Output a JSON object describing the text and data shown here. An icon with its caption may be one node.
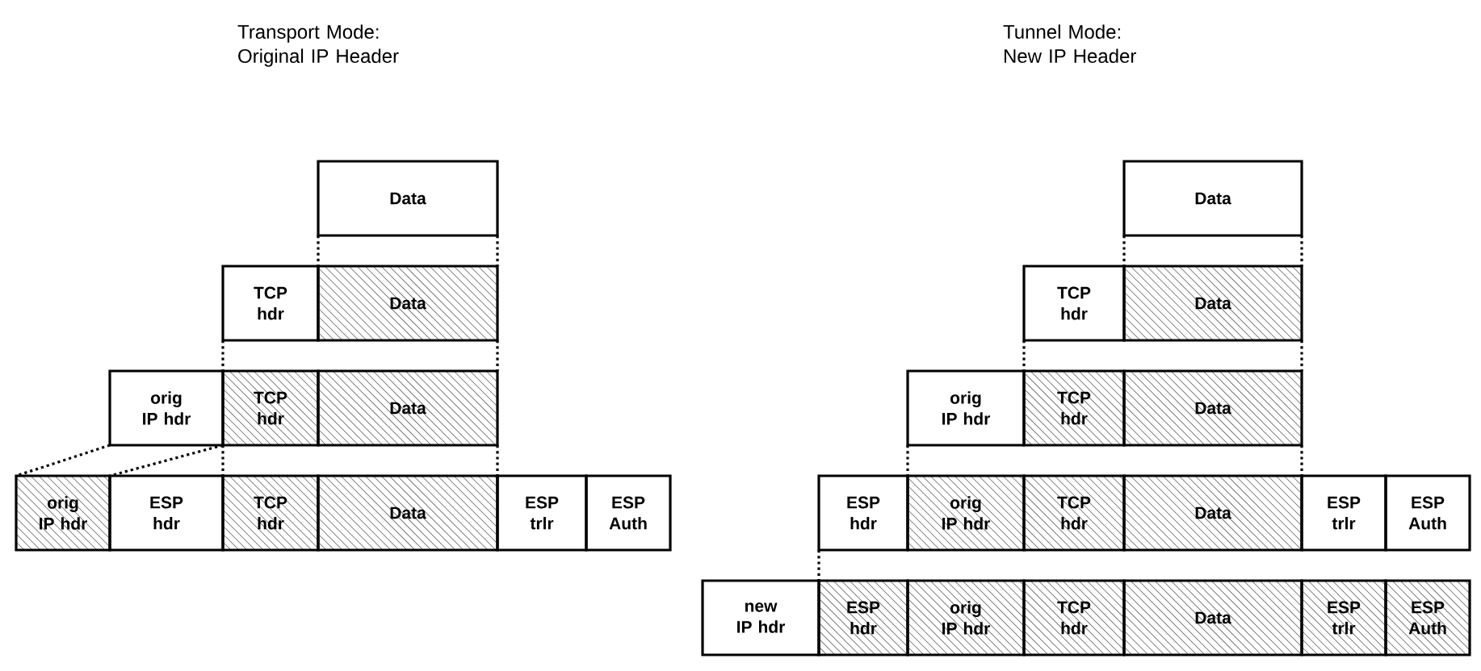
{
  "diagram": {
    "nodes": [
      {
        "text": [
          "Data"
        ]
      },
      {
        "text": [
          "TCP hdr"
        ]
      },
      {
        "text": [
          "Data"
        ]
      },
      {
        "text": [
          "orig IP hdr"
        ]
      },
      {
        "text": [
          "TCP hdr"
        ]
      },
      {
        "text": [
          "Data"
        ]
      },
      {
        "text": [
          "orig IP hdr"
        ]
      },
      {
        "text": [
          "ESP hdr"
        ]
      },
      {
        "text": [
          "TCP hdr"
        ]
      },
      {
        "text": [
          "Data"
        ]
      },
      {
        "text": [
          "ESP trlr"
        ]
      },
      {
        "text": [
          "ESP Auth"
        ]
      },
      {
        "text": [
          "Data"
        ]
      },
      {
        "text": [
          "TCP hdr"
        ]
      },
      {
        "text": [
          "Data"
        ]
      },
      {
        "text": [
          "orig IP hdr"
        ]
      },
      {
        "text": [
          "TCP hdr"
        ]
      },
      {
        "text": [
          "Data"
        ]
      },
      {
        "text": [
          "ESP hdr"
        ]
      },
      {
        "text": [
          "orig IP hdr"
        ]
      },
      {
        "text": [
          "TCP hdr"
        ]
      },
      {
        "text": [
          "Data"
        ]
      },
      {
        "text": [
          "ESP trlr"
        ]
      },
      {
        "text": [
          "ESP Auth"
        ]
      },
      {
        "text": [
          "new IP hdr"
        ]
      },
      {
        "text": [
          "ESP hdr"
        ]
      },
      {
        "text": [
          "orig IP hdr"
        ]
      },
      {
        "text": [
          "TCP hdr"
        ]
      },
      {
        "text": [
          "Data"
        ]
      },
      {
        "text": [
          "ESP trlr"
        ]
      },
      {
        "text": [
          "ESP Auth"
        ]
      }
    ],
    "edges": [
      {
        "from": 0,
        "to": 2,
        "arrow": "none",
        "style": "dashed"
      },
      {
        "from": 0,
        "to": 2,
        "arrow": "none",
        "style": "dashed"
      },
      {
        "from": 1,
        "to": 4,
        "arrow": "none",
        "style": "dashed"
      },
      {
        "from": 2,
        "to": 5,
        "arrow": "none",
        "style": "dashed"
      },
      {
        "from": 3,
        "to": 6,
        "arrow": "none",
        "style": "dashed"
      },
      {
        "from": 3,
        "to": 6,
        "arrow": "none",
        "style": "dashed"
      },
      {
        "from": 4,
        "to": 8,
        "arrow": "none",
        "style": "dashed"
      },
      {
        "from": 5,
        "to": 9,
        "arrow": "none",
        "style": "dashed"
      },
      {
        "from": 12,
        "to": 14,
        "arrow": "none",
        "style": "dashed"
      },
      {
        "from": 12,
        "to": 14,
        "arrow": "none",
        "style": "dashed"
      },
      {
        "from": 13,
        "to": 16,
        "arrow": "none",
        "style": "dashed"
      },
      {
        "from": 14,
        "to": 17,
        "arrow": "none",
        "style": "dashed"
      },
      {
        "from": 15,
        "to": 19,
        "arrow": "none",
        "style": "dashed"
      },
      {
        "from": 17,
        "to": 21,
        "arrow": "none",
        "style": "dashed"
      },
      {
        "from": 18,
        "to": 25,
        "arrow": "none",
        "style": "dashed"
      }
    ],
    "labels": [
      "Transport Mode: Original IP Header",
      "Tunnel Mode: New IP Header"
    ]
  }
}
